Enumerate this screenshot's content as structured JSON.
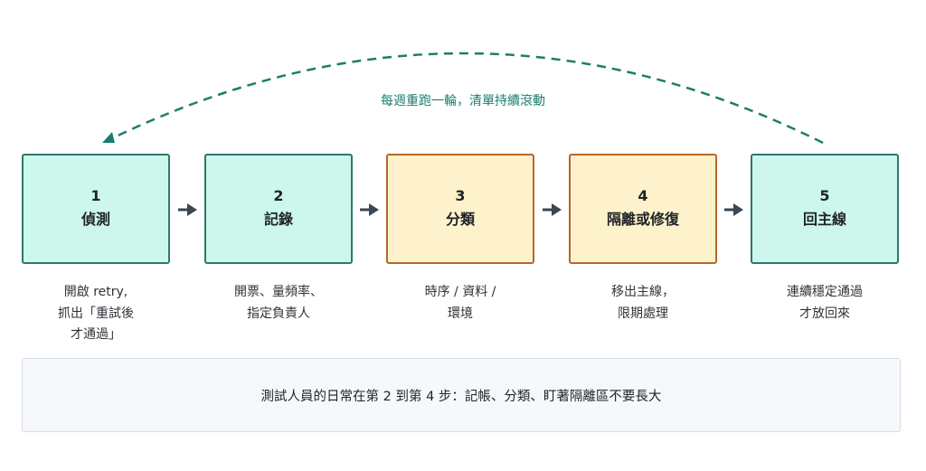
{
  "loop": {
    "label": "每週重跑一輪，清單持續滾動",
    "color": "#1c7d6e"
  },
  "steps": [
    {
      "number": "1",
      "name": "偵測",
      "style": "teal",
      "desc": [
        "開啟 retry,",
        "抓出「重試後",
        "才通過」"
      ]
    },
    {
      "number": "2",
      "name": "記錄",
      "style": "teal",
      "desc": [
        "開票、量頻率、",
        "指定負責人"
      ]
    },
    {
      "number": "3",
      "name": "分類",
      "style": "amber",
      "desc": [
        "時序 / 資料 /",
        "環境"
      ]
    },
    {
      "number": "4",
      "name": "隔離或修復",
      "style": "amber",
      "desc": [
        "移出主線，",
        "限期處理"
      ]
    },
    {
      "number": "5",
      "name": "回主線",
      "style": "teal",
      "desc": [
        "連續穩定通過",
        "才放回來"
      ]
    }
  ],
  "colors": {
    "teal_fill": "#cdf7ec",
    "teal_border": "#2a7a6c",
    "amber_fill": "#fdf2cb",
    "amber_border": "#b8662a",
    "arrow": "#3a4752"
  },
  "note": {
    "text": "測試人員的日常在第 2 到第 4 步：記帳、分類、盯著隔離區不要長大"
  }
}
